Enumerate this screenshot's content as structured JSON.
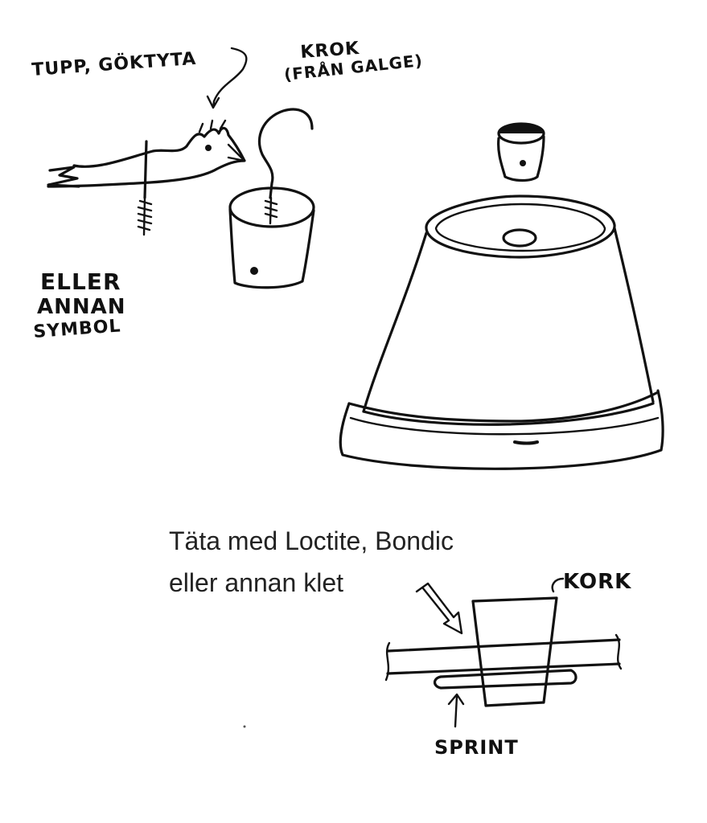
{
  "labels": {
    "rooster": "TUPP, GÖKTYTA",
    "hook_line1": "KROK",
    "hook_line2": "(FRÅN GALGE)",
    "alt_line1": "ELLER",
    "alt_line2": "ANNAN",
    "alt_line3": "SYMBOL",
    "seal_line1": "Täta med Loctite, Bondic",
    "seal_line2": "eller annan klet",
    "cork": "KORK",
    "pin": "SPRINT"
  }
}
